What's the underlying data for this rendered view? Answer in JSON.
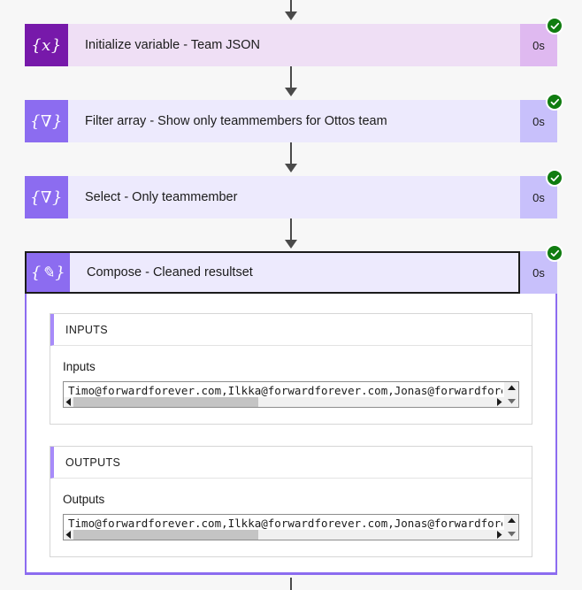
{
  "flow": {
    "background_color": "#f7f7f7",
    "connector_color": "#4a4a4a",
    "status_color": "#107c10",
    "accent_color": "#8c6cf0"
  },
  "actions": [
    {
      "id": "initialize-variable-team-json",
      "icon": "variable-braces-icon",
      "icon_glyph": "{x}",
      "title": "Initialize variable - Team JSON",
      "duration": "0s",
      "status": "succeeded",
      "icon_color": "#7719aa",
      "body_color": "#efdff5",
      "duration_color": "#dfb9f0"
    },
    {
      "id": "filter-array-show-only-teammembers",
      "icon": "filter-funnel-icon",
      "icon_glyph": "{∇}",
      "title": "Filter array - Show only teammembers for Ottos team",
      "duration": "0s",
      "status": "succeeded",
      "icon_color": "#8c6cf0",
      "body_color": "#edeafd",
      "duration_color": "#c8c0fb"
    },
    {
      "id": "select-only-teammember",
      "icon": "filter-funnel-icon",
      "icon_glyph": "{∇}",
      "title": "Select - Only teammember",
      "duration": "0s",
      "status": "succeeded",
      "icon_color": "#8c6cf0",
      "body_color": "#edeafd",
      "duration_color": "#c8c0fb"
    },
    {
      "id": "compose-cleaned-resultset",
      "icon": "compose-pencil-icon",
      "icon_glyph": "{✎}",
      "title": "Compose - Cleaned resultset",
      "duration": "0s",
      "status": "succeeded",
      "selected": true,
      "icon_color": "#8c6cf0",
      "body_color": "#edeafd",
      "duration_color": "#c8c0fb"
    }
  ],
  "details": {
    "inputs_section": {
      "header": "INPUTS",
      "field_label": "Inputs",
      "value": "Timo@forwardforever.com,Ilkka@forwardforever.com,Jonas@forwardfore"
    },
    "outputs_section": {
      "header": "OUTPUTS",
      "field_label": "Outputs",
      "value": "Timo@forwardforever.com,Ilkka@forwardforever.com,Jonas@forwardfore"
    }
  }
}
